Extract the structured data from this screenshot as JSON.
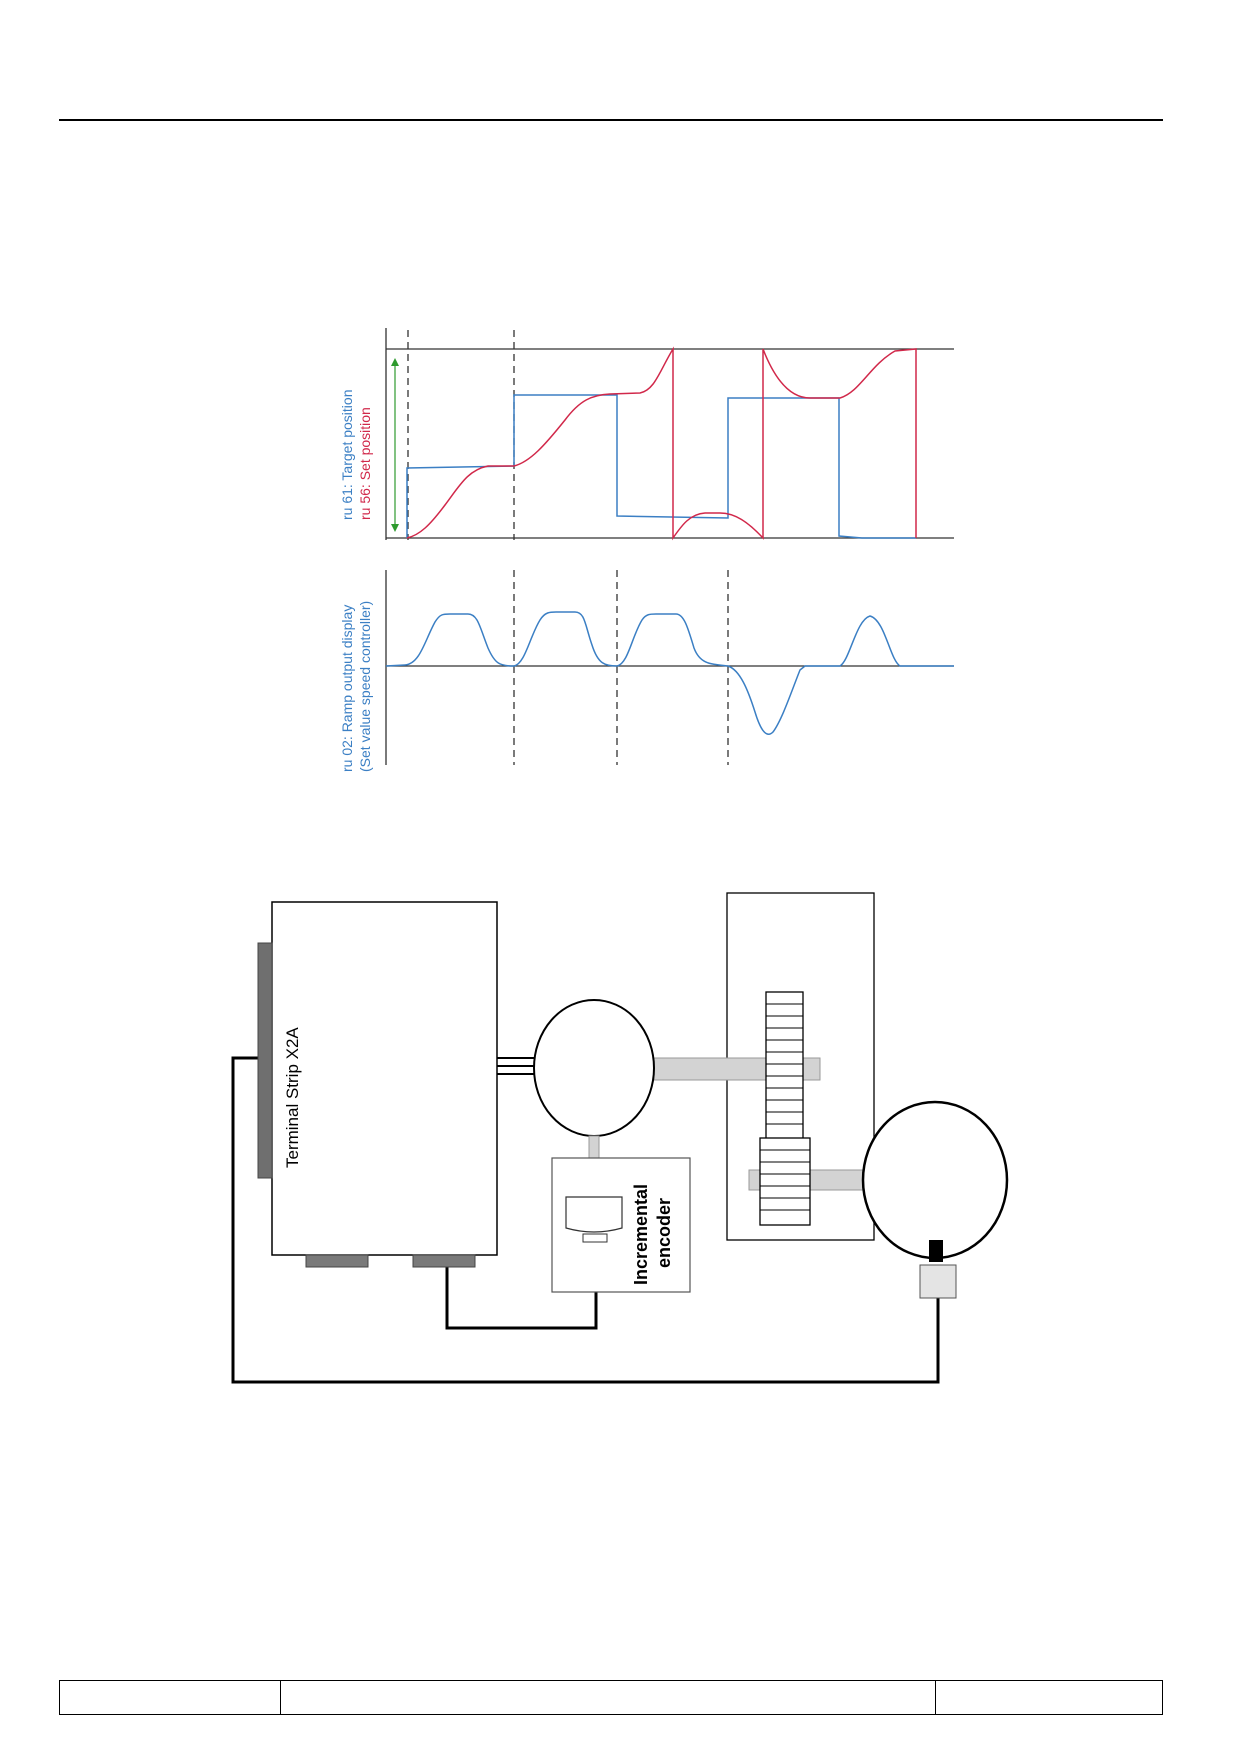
{
  "timing_chart": {
    "legend": {
      "target_position": "ru 61: Target position",
      "set_position": "ru 56: Set position"
    },
    "ramp_label": {
      "line1": "ru 02: Ramp output display",
      "line2": "(Set value speed controller)"
    },
    "colors": {
      "target": "#3b7fc4",
      "set": "#d1284a",
      "ramp": "#3b7fc4",
      "arrow": "#2e9a2e"
    }
  },
  "setup_diagram": {
    "terminal_strip_label": "Terminal Strip X2A",
    "encoder_label": {
      "line1": "Incremental",
      "line2": "encoder"
    }
  },
  "footer": {
    "left": "",
    "center": "",
    "right": ""
  }
}
